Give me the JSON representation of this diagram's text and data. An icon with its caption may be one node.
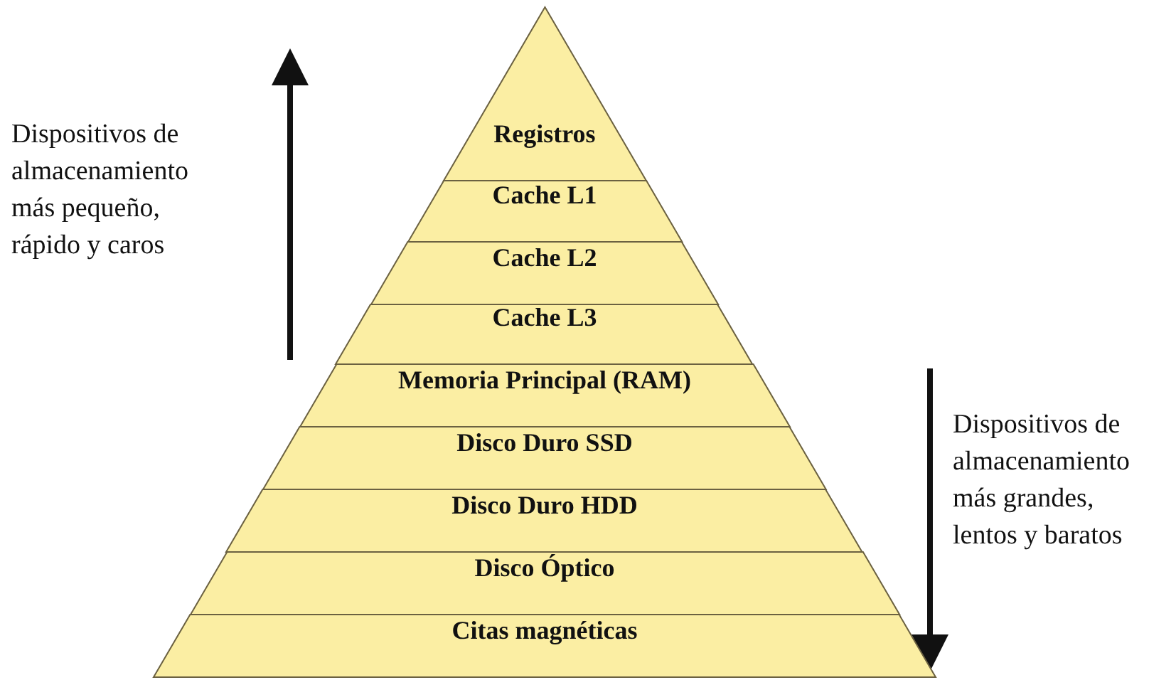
{
  "diagram": {
    "nodes": [
      {
        "text": [
          "Registros"
        ]
      },
      {
        "text": [
          "Cache L1"
        ]
      },
      {
        "text": [
          "Cache L2"
        ]
      },
      {
        "text": [
          "Cache L3"
        ]
      },
      {
        "text": [
          "Memoria Principal (RAM)"
        ]
      },
      {
        "text": [
          "Disco Duro SSD"
        ]
      },
      {
        "text": [
          "Disco Duro HDD"
        ]
      },
      {
        "text": [
          "Disco Óptico"
        ]
      },
      {
        "text": [
          "Citas magnéticas"
        ]
      }
    ],
    "labels": [
      "Dispositivos de almacenamiento más pequeño, rápido y caros",
      "Dispositivos de almacenamiento más grandes, lentos y baratos"
    ]
  }
}
